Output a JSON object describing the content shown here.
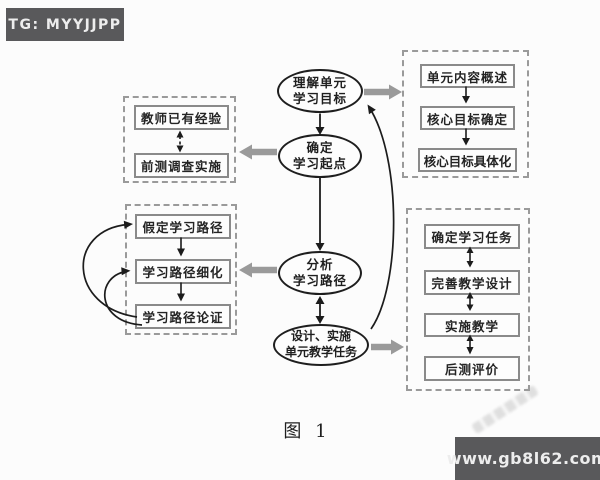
{
  "badges": {
    "top_left": "TG: MYYJJPP",
    "bottom_right": "www.gb8l62.com"
  },
  "caption": "图 1",
  "diagram": {
    "center_ellipses": [
      {
        "line1": "理解单元",
        "line2": "学习目标"
      },
      {
        "line1": "确定",
        "line2": "学习起点"
      },
      {
        "line1": "分析",
        "line2": "学习路径"
      },
      {
        "line1": "设计、实施",
        "line2": "单元教学任务"
      }
    ],
    "left_top_group": {
      "items": [
        "教师已有经验",
        "前测调查实施"
      ]
    },
    "left_middle_group": {
      "items": [
        "假定学习路径",
        "学习路径细化",
        "学习路径论证"
      ]
    },
    "right_top_group": {
      "items": [
        "单元内容概述",
        "核心目标确定",
        "核心目标具体化"
      ]
    },
    "right_bottom_group": {
      "items": [
        "确定学习任务",
        "完善教学设计",
        "实施教学",
        "后测评价"
      ]
    },
    "colors": {
      "thick_arrow": "#9a9a9a",
      "thin_arrow": "#1c1c1c",
      "ellipse_border": "#1e1e1e",
      "rect_border": "#8a8a8a",
      "dashed_border": "#9a9a9a",
      "badge_bg": "#59595b",
      "text": "#222222",
      "background": "#fcfcfc"
    }
  }
}
